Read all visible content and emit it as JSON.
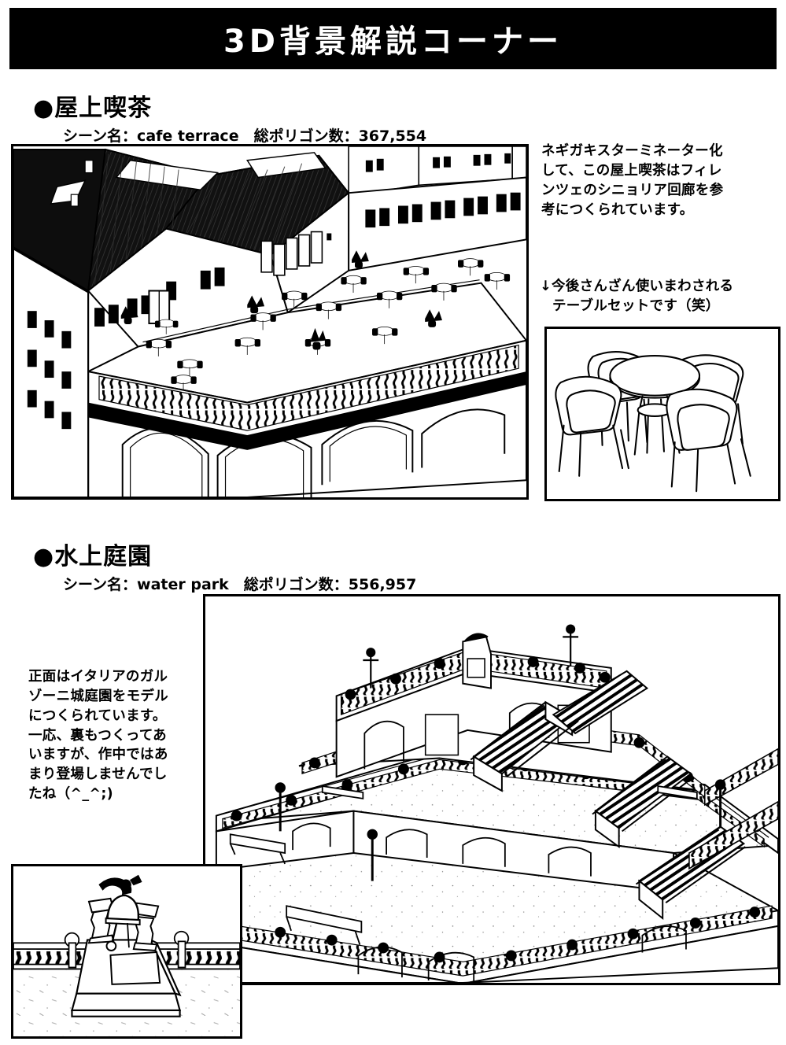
{
  "header": {
    "title": "3D背景解説コーナー"
  },
  "sections": [
    {
      "bullet": "●",
      "title": "屋上喫茶",
      "scene_label": "シーン名：",
      "scene_name": "cafe terrace",
      "polygon_label": "総ポリゴン数：",
      "polygon_count": "367,554",
      "subline": "シーン名：cafe terrace　総ポリゴン数：367,554"
    },
    {
      "bullet": "●",
      "title": "水上庭園",
      "scene_label": "シーン名：",
      "scene_name": "water park",
      "polygon_label": "総ポリゴン数：",
      "polygon_count": "556,957",
      "subline": "シーン名：water park　総ポリゴン数：556,957"
    }
  ],
  "notes": {
    "cafe_description": [
      "ネギガキスターミネーター化",
      "して、この屋上喫茶はフィレ",
      "ンツェのシニョリア回廊を参",
      "考につくられています。"
    ],
    "table_caption": [
      "↓今後さんざん使いまわされる",
      "テーブルセットです（笑）"
    ],
    "garden_description": [
      "正面はイタリアのガル",
      "ゾーニ城庭園をモデル",
      "につくられています。",
      "一応、裏もつくってあ",
      "いますが、作中ではあ",
      "まり登場しませんでし",
      "たね（^_^;)"
    ]
  },
  "panels": [
    {
      "name": "rooftop-cafe-render",
      "caption": "屋上喫茶 3D背景 — 瓦屋根の建物とテーブルが並ぶ屋上テラス、下層にアーチ回廊"
    },
    {
      "name": "table-set-render",
      "caption": "丸テーブルと椅子4脚のテーブルセット線画"
    },
    {
      "name": "water-garden-render",
      "caption": "水上庭園 3D背景 — 欄干・アーチ・階段をもつ段状のテラス庭園"
    },
    {
      "name": "bell-monument-inset",
      "caption": "庭園の鐘のモニュメント（台座と欄干）"
    }
  ],
  "colors": {
    "ink": "#000000",
    "paper": "#ffffff",
    "roof_tone": "#1a1a1a",
    "wall_tone": "#f2f2f2"
  }
}
